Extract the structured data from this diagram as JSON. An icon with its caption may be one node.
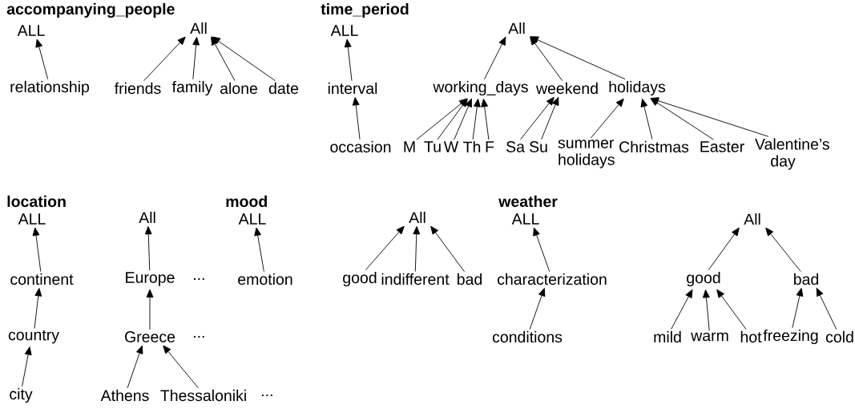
{
  "diagram": {
    "nodes": [
      {
        "text": [
          "ALL"
        ]
      },
      {
        "text": [
          "relationship"
        ]
      },
      {
        "text": [
          "All"
        ]
      },
      {
        "text": [
          "friends"
        ]
      },
      {
        "text": [
          "family"
        ]
      },
      {
        "text": [
          "alone"
        ]
      },
      {
        "text": [
          "date"
        ]
      },
      {
        "text": [
          "ALL"
        ]
      },
      {
        "text": [
          "interval"
        ]
      },
      {
        "text": [
          "occasion"
        ]
      },
      {
        "text": [
          "All"
        ]
      },
      {
        "text": [
          "working_days"
        ]
      },
      {
        "text": [
          "weekend"
        ]
      },
      {
        "text": [
          "holidays"
        ]
      },
      {
        "text": [
          "M"
        ]
      },
      {
        "text": [
          "Tu"
        ]
      },
      {
        "text": [
          "W"
        ]
      },
      {
        "text": [
          "Th"
        ]
      },
      {
        "text": [
          "F"
        ]
      },
      {
        "text": [
          "Sa"
        ]
      },
      {
        "text": [
          "Su"
        ]
      },
      {
        "text": [
          "summer holidays"
        ]
      },
      {
        "text": [
          "Christmas"
        ]
      },
      {
        "text": [
          "Easter"
        ]
      },
      {
        "text": [
          "Valentine’s day"
        ]
      },
      {
        "text": [
          "ALL"
        ]
      },
      {
        "text": [
          "continent"
        ]
      },
      {
        "text": [
          "country"
        ]
      },
      {
        "text": [
          "city"
        ]
      },
      {
        "text": [
          "All"
        ]
      },
      {
        "text": [
          "Europe"
        ]
      },
      {
        "text": [
          "Greece"
        ]
      },
      {
        "text": [
          "Athens"
        ]
      },
      {
        "text": [
          "Thessaloniki"
        ]
      },
      {
        "text": [
          "ALL"
        ]
      },
      {
        "text": [
          "emotion"
        ]
      },
      {
        "text": [
          "All"
        ]
      },
      {
        "text": [
          "good"
        ]
      },
      {
        "text": [
          "indifferent"
        ]
      },
      {
        "text": [
          "bad"
        ]
      },
      {
        "text": [
          "ALL"
        ]
      },
      {
        "text": [
          "characterization"
        ]
      },
      {
        "text": [
          "conditions"
        ]
      },
      {
        "text": [
          "All"
        ]
      },
      {
        "text": [
          "good"
        ]
      },
      {
        "text": [
          "bad"
        ]
      },
      {
        "text": [
          "mild"
        ]
      },
      {
        "text": [
          "warm"
        ]
      },
      {
        "text": [
          "hot"
        ]
      },
      {
        "text": [
          "freezing"
        ]
      },
      {
        "text": [
          "cold"
        ]
      }
    ],
    "edges": [
      {
        "from": 1,
        "to": 0,
        "arrow": "to"
      },
      {
        "from": 3,
        "to": 2,
        "arrow": "to"
      },
      {
        "from": 4,
        "to": 2,
        "arrow": "to"
      },
      {
        "from": 5,
        "to": 2,
        "arrow": "to"
      },
      {
        "from": 6,
        "to": 2,
        "arrow": "to"
      },
      {
        "from": 8,
        "to": 7,
        "arrow": "to"
      },
      {
        "from": 9,
        "to": 8,
        "arrow": "to"
      },
      {
        "from": 11,
        "to": 10,
        "arrow": "to"
      },
      {
        "from": 12,
        "to": 10,
        "arrow": "to"
      },
      {
        "from": 13,
        "to": 10,
        "arrow": "to"
      },
      {
        "from": 14,
        "to": 11,
        "arrow": "to"
      },
      {
        "from": 15,
        "to": 11,
        "arrow": "to"
      },
      {
        "from": 16,
        "to": 11,
        "arrow": "to"
      },
      {
        "from": 17,
        "to": 11,
        "arrow": "to"
      },
      {
        "from": 18,
        "to": 11,
        "arrow": "to"
      },
      {
        "from": 19,
        "to": 12,
        "arrow": "to"
      },
      {
        "from": 20,
        "to": 12,
        "arrow": "to"
      },
      {
        "from": 21,
        "to": 13,
        "arrow": "to"
      },
      {
        "from": 22,
        "to": 13,
        "arrow": "to"
      },
      {
        "from": 23,
        "to": 13,
        "arrow": "to"
      },
      {
        "from": 24,
        "to": 13,
        "arrow": "to"
      },
      {
        "from": 26,
        "to": 25,
        "arrow": "to"
      },
      {
        "from": 27,
        "to": 26,
        "arrow": "to"
      },
      {
        "from": 28,
        "to": 27,
        "arrow": "to"
      },
      {
        "from": 30,
        "to": 29,
        "arrow": "to"
      },
      {
        "from": 31,
        "to": 30,
        "arrow": "to"
      },
      {
        "from": 32,
        "to": 31,
        "arrow": "to"
      },
      {
        "from": 33,
        "to": 31,
        "arrow": "to"
      },
      {
        "from": 35,
        "to": 34,
        "arrow": "to"
      },
      {
        "from": 37,
        "to": 36,
        "arrow": "to"
      },
      {
        "from": 38,
        "to": 36,
        "arrow": "to"
      },
      {
        "from": 39,
        "to": 36,
        "arrow": "to"
      },
      {
        "from": 41,
        "to": 40,
        "arrow": "to"
      },
      {
        "from": 42,
        "to": 41,
        "arrow": "to"
      },
      {
        "from": 44,
        "to": 43,
        "arrow": "to"
      },
      {
        "from": 45,
        "to": 43,
        "arrow": "to"
      },
      {
        "from": 46,
        "to": 44,
        "arrow": "to"
      },
      {
        "from": 47,
        "to": 44,
        "arrow": "to"
      },
      {
        "from": 48,
        "to": 44,
        "arrow": "to"
      },
      {
        "from": 49,
        "to": 45,
        "arrow": "to"
      },
      {
        "from": 50,
        "to": 45,
        "arrow": "to"
      }
    ],
    "labels": [
      "accompanying_people",
      "time_period",
      "location",
      "mood",
      "weather",
      "...",
      "...",
      "..."
    ]
  }
}
